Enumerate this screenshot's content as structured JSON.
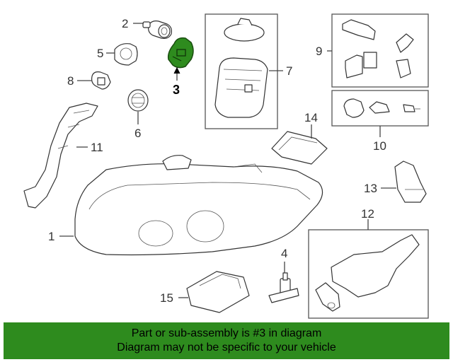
{
  "callouts": {
    "n1": "1",
    "n2": "2",
    "n3": "3",
    "n4": "4",
    "n5": "5",
    "n6": "6",
    "n7": "7",
    "n8": "8",
    "n9": "9",
    "n10": "10",
    "n11": "11",
    "n12": "12",
    "n13": "13",
    "n14": "14",
    "n15": "15"
  },
  "highlight_color": "#2e8b1e",
  "banner": {
    "line1": "Part or sub-assembly is #3 in diagram",
    "line2": "Diagram may not be specific to your vehicle"
  }
}
